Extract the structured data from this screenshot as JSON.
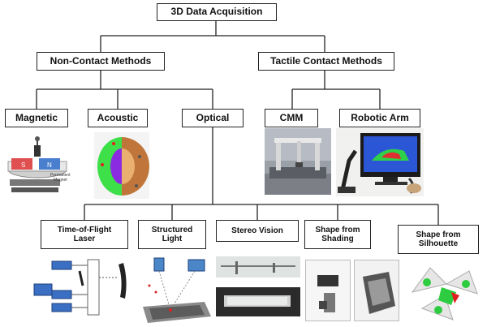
{
  "diagram": {
    "root": "3D Data Acquisition",
    "non_contact": "Non-Contact Methods",
    "tactile": "Tactile Contact Methods",
    "magnetic": "Magnetic",
    "acoustic": "Acoustic",
    "optical": "Optical",
    "cmm": "CMM",
    "robotic_arm": "Robotic Arm",
    "tof": "Time-of-Flight\nLaser",
    "structured": "Structured\nLight",
    "stereo": "Stereo Vision",
    "shading": "Shape from\nShading",
    "silhouette": "Shape from\nSilhouette"
  },
  "colors": {
    "line": "#222222",
    "acoustic_green": "#3ee04a",
    "acoustic_purple": "#8a2be2",
    "acoustic_brown": "#c0763a",
    "robot_screen": "#2b56d6",
    "tof_blue": "#3a6fc4",
    "structured_blue": "#4a86c8",
    "silhouette_green": "#2ecc40",
    "silhouette_red": "#e02020"
  },
  "illustrations": {
    "magnet_label": "Permanent Magnet"
  }
}
